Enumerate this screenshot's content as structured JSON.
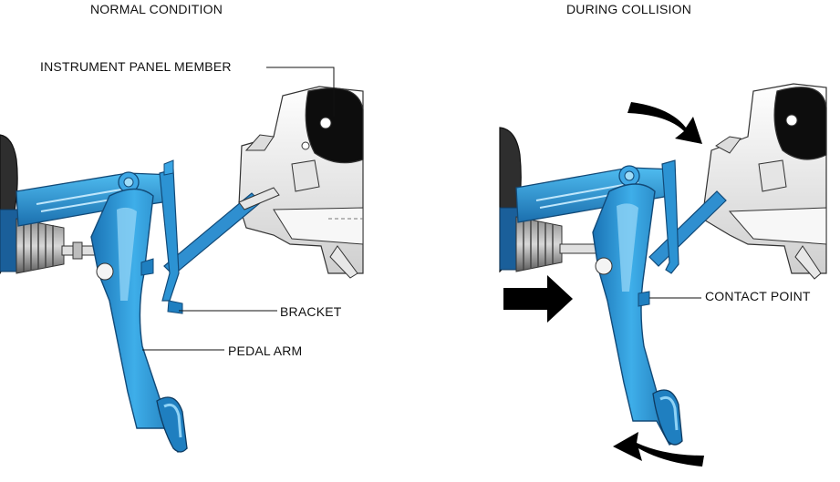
{
  "panels": {
    "left": {
      "title": "NORMAL CONDITION"
    },
    "right": {
      "title": "DURING COLLISION"
    }
  },
  "labels": {
    "instrument_panel_member": "INSTRUMENT PANEL MEMBER",
    "bracket": "BRACKET",
    "pedal_arm": "PEDAL ARM",
    "contact_point": "CONTACT POINT"
  },
  "colors": {
    "pedal_blue": "#2b9ad8",
    "pedal_dark": "#11609a",
    "pedal_light": "#8fd2f5",
    "metal_light": "#f2f2f2",
    "metal_mid": "#c9c9c9",
    "metal_dark": "#4a4a4a",
    "arrow": "#000000"
  },
  "icons": {
    "force_arrow": "curved-arrow-icon",
    "push_arrow": "straight-arrow-icon"
  }
}
